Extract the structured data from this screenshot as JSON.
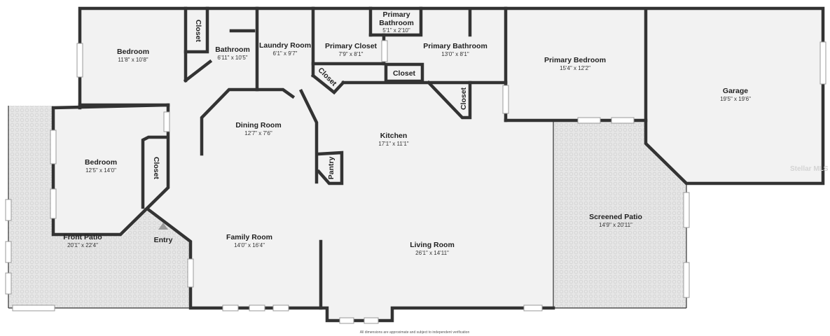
{
  "rooms": {
    "bedroom_top": {
      "name": "Bedroom",
      "dims": "11'8\" x 10'8\""
    },
    "closet_top_left": {
      "name": "Closet"
    },
    "bathroom": {
      "name": "Bathroom",
      "dims": "6'11\" x 10'5\""
    },
    "laundry_room": {
      "name": "Laundry Room",
      "dims": "6'1\" x 9'7\""
    },
    "primary_closet": {
      "name": "Primary Closet",
      "dims": "7'9\" x 8'1\""
    },
    "primary_bathroom_small": {
      "name": "Primary Bathroom",
      "dims": "5'1\" x 2'10\""
    },
    "primary_bathroom": {
      "name": "Primary Bathroom",
      "dims": "13'0\" x 8'1\""
    },
    "closet_laundry": {
      "name": "Closet"
    },
    "closet_primary_bath": {
      "name": "Closet"
    },
    "closet_kitchen": {
      "name": "Closet"
    },
    "primary_bedroom": {
      "name": "Primary Bedroom",
      "dims": "15'4\" x 12'2\""
    },
    "garage": {
      "name": "Garage",
      "dims": "19'5\" x 19'6\""
    },
    "bedroom_left": {
      "name": "Bedroom",
      "dims": "12'5\" x 14'0\""
    },
    "closet_bedroom_left": {
      "name": "Closet"
    },
    "dining_room": {
      "name": "Dining Room",
      "dims": "12'7\" x 7'6\""
    },
    "kitchen": {
      "name": "Kitchen",
      "dims": "17'1\" x 11'1\""
    },
    "pantry": {
      "name": "Pantry"
    },
    "front_patio": {
      "name": "Front Patio",
      "dims": "20'1\" x 22'4\""
    },
    "entry": {
      "name": "Entry"
    },
    "family_room": {
      "name": "Family Room",
      "dims": "14'0\" x 16'4\""
    },
    "living_room": {
      "name": "Living Room",
      "dims": "26'1\" x 14'11\""
    },
    "screened_patio": {
      "name": "Screened Patio",
      "dims": "14'9\" x 20'11\""
    }
  },
  "footer": {
    "disclaimer": "All dimensions are approximate and subject to independent verification"
  },
  "watermark": {
    "text": "Stellar MLS"
  },
  "colors": {
    "wall": "#333333",
    "floor": "#f2f2f2",
    "patio": "#e6e6e6",
    "background": "#ffffff"
  }
}
